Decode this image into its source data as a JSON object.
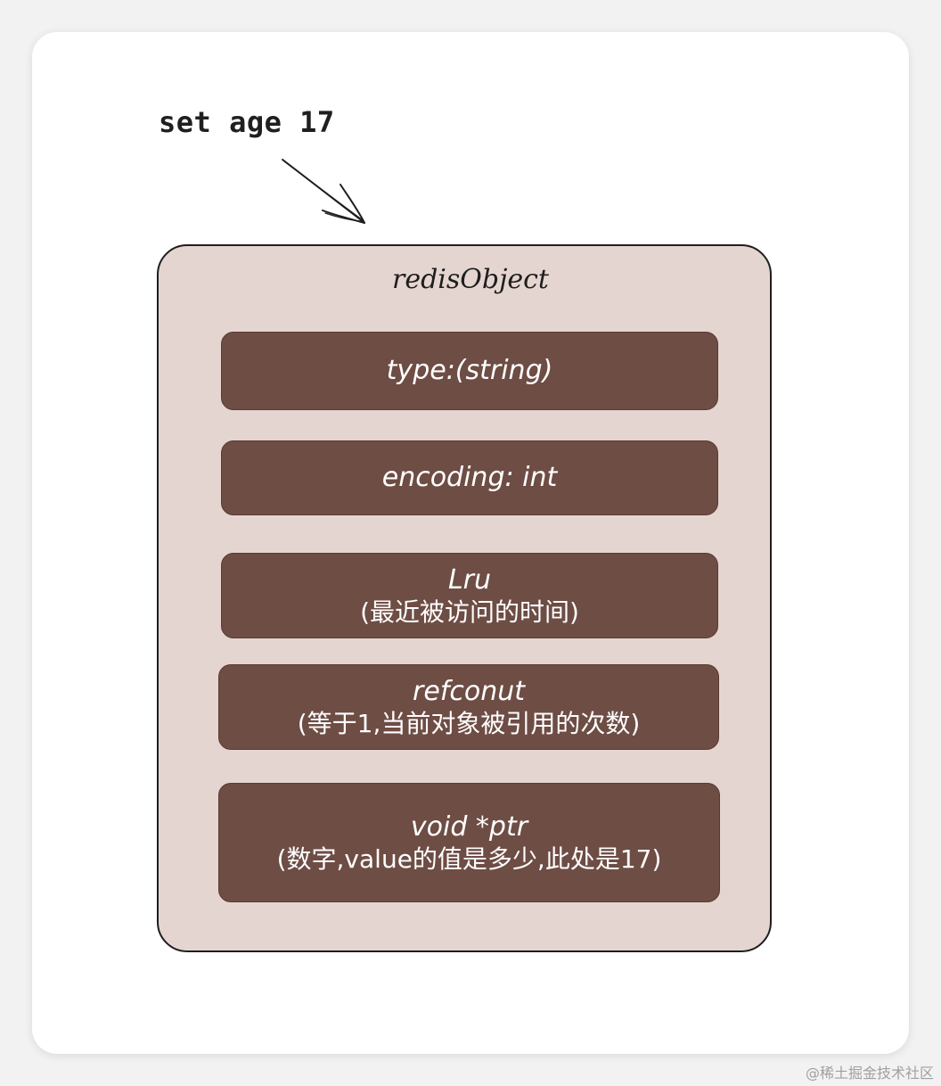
{
  "command": "set age 17",
  "object": {
    "title": "redisObject",
    "fields": [
      {
        "name": "type:(string)",
        "desc": ""
      },
      {
        "name": "encoding: int",
        "desc": ""
      },
      {
        "name": "Lru",
        "desc": "(最近被访问的时间)"
      },
      {
        "name": "refconut",
        "desc": "(等于1,当前对象被引用的次数)"
      },
      {
        "name": "void *ptr",
        "desc": "(数字,value的值是多少,此处是17)"
      }
    ]
  },
  "watermark": "@稀土掘金技术社区",
  "colors": {
    "background": "#f2f2f2",
    "card": "#ffffff",
    "object_fill": "#e5d5d0",
    "field_fill": "#6e4d45",
    "outline": "#1e1e1e"
  }
}
